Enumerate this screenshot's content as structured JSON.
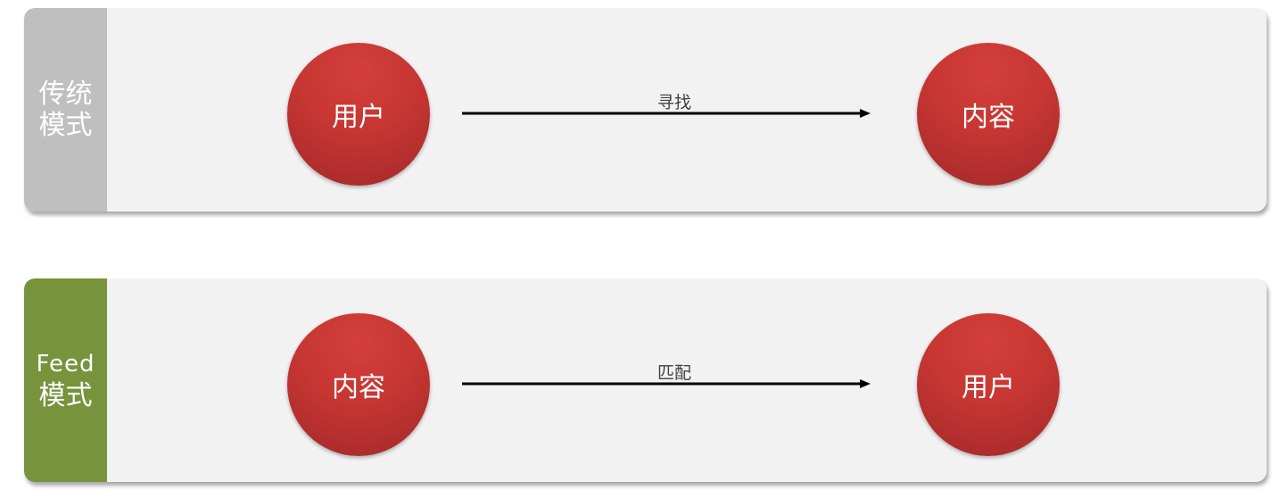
{
  "colors": {
    "panel_bg": "#f2f2f2",
    "tab_traditional": "#bfbfbf",
    "tab_feed": "#77933c",
    "node_fill": "#c0392b",
    "arrow": "#000000"
  },
  "panels": [
    {
      "tab": {
        "line1": "传统",
        "line2": "模式"
      },
      "source": "用户",
      "edge_label": "寻找",
      "target": "内容"
    },
    {
      "tab": {
        "line1": "Feed",
        "line2": "模式"
      },
      "source": "内容",
      "edge_label": "匹配",
      "target": "用户"
    }
  ]
}
